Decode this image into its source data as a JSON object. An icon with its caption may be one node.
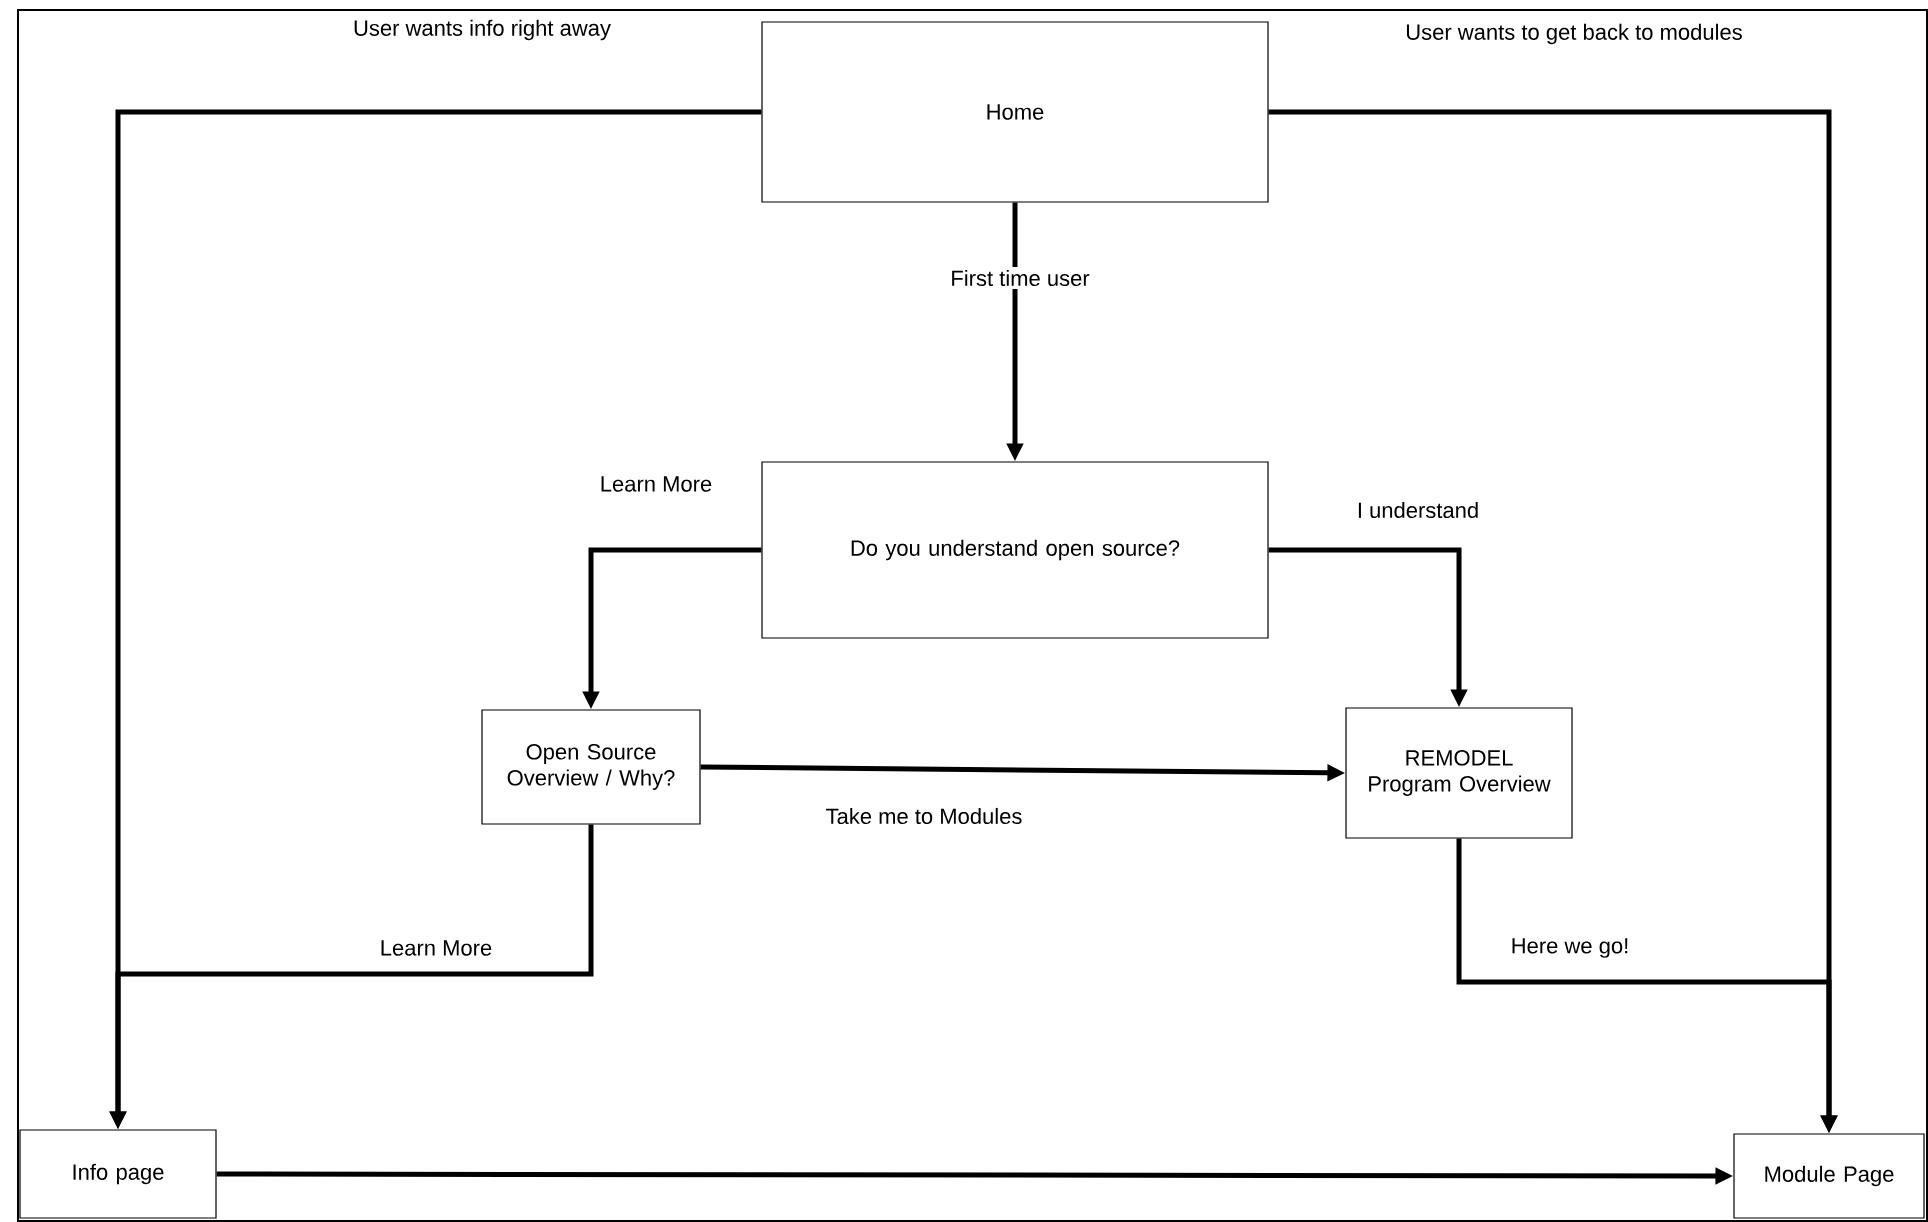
{
  "diagram": {
    "nodes": [
      {
        "text": [
          "Home"
        ]
      },
      {
        "text": [
          "Do you understand open source?"
        ]
      },
      {
        "text": [
          "Open Source Overview / Why?"
        ]
      },
      {
        "text": [
          "REMODEL Program Overview"
        ]
      },
      {
        "text": [
          "Info page"
        ]
      },
      {
        "text": [
          "Module Page"
        ]
      }
    ],
    "edges": [
      {
        "from": 0,
        "to": 4,
        "arrow": "to",
        "label": "User wants info right away"
      },
      {
        "from": 0,
        "to": 5,
        "arrow": "to",
        "label": "User wants to get back to modules"
      },
      {
        "from": 0,
        "to": 1,
        "arrow": "to",
        "label": "First time user"
      },
      {
        "from": 1,
        "to": 2,
        "arrow": "to",
        "label": "Learn More"
      },
      {
        "from": 1,
        "to": 3,
        "arrow": "to",
        "label": "I understand"
      },
      {
        "from": 2,
        "to": 3,
        "arrow": "to",
        "label": "Take me to Modules"
      },
      {
        "from": 2,
        "to": 4,
        "arrow": "to",
        "label": "Learn More"
      },
      {
        "from": 3,
        "to": 5,
        "arrow": "to",
        "label": "Here we go!"
      },
      {
        "from": 4,
        "to": 5,
        "arrow": "to"
      }
    ]
  }
}
